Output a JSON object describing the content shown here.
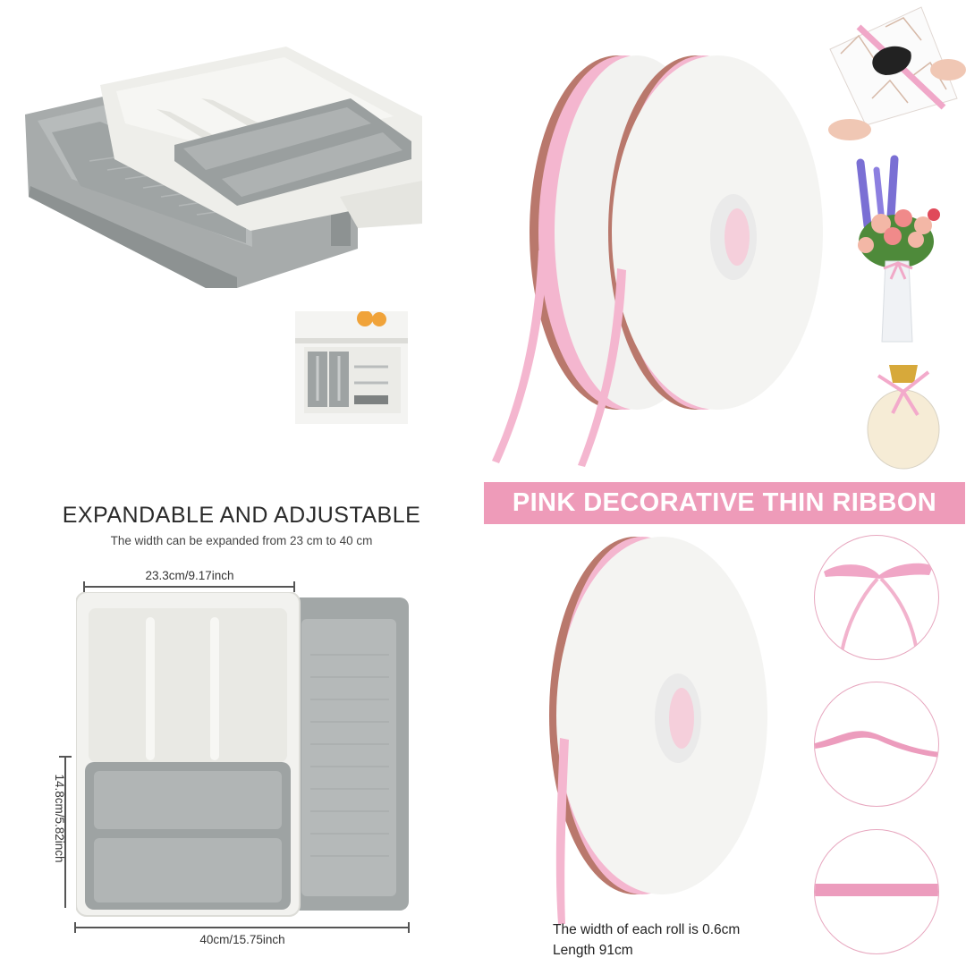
{
  "organizer": {
    "headline": "EXPANDABLE AND ADJUSTABLE",
    "subline": "The width can be expanded from 23 cm to 40 cm",
    "dimensions": {
      "top_width": "23.3cm/9.17inch",
      "height": "14.8cm/5.82inch",
      "expanded_width": "40cm/15.75inch"
    },
    "colors": {
      "white_tray": "#f1f1ee",
      "grey_tray": "#9ea3a3",
      "grey_dark": "#8a8f90"
    }
  },
  "ribbon": {
    "banner": "PINK DECORATIVE THIN RIBBON",
    "spec_width": "The width of each roll is 0.6cm",
    "spec_length": "Length 91cm",
    "colors": {
      "banner": "#ee9bb9",
      "ribbon_pink": "#f4b6cf",
      "ribbon_edge": "#b9786c",
      "circle_border": "#e7a7bf"
    },
    "usage_examples": [
      "gift-box",
      "flower-vase",
      "perfume-bottle"
    ],
    "detail_circles": [
      "bow",
      "wave",
      "flat-strip"
    ]
  }
}
